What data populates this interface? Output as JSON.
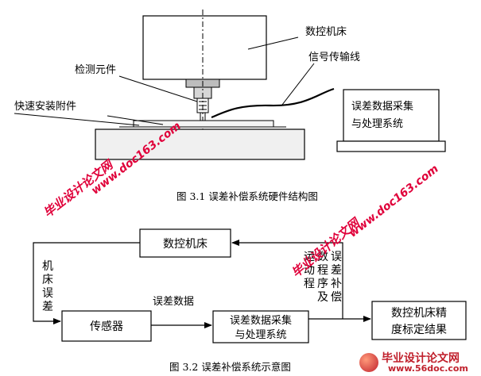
{
  "figure1": {
    "caption": "图 3.1  误差补偿系统硬件结构图",
    "labels": {
      "machine": "数控机床",
      "detector": "检测元件",
      "signal_line": "信号传输线",
      "fixture": "快速安装附件",
      "dacq_line1": "误差数据采集",
      "dacq_line2": "与处理系统"
    }
  },
  "figure2": {
    "caption": "图 3.2  误差补偿系统示意图",
    "nodes": {
      "cnc": "数控机床",
      "sensor": "传感器",
      "dacq_line1": "误差数据采集",
      "dacq_line2": "与处理系统",
      "result_line1": "数控机床精",
      "result_line2": "度标定结果"
    },
    "edge_labels": {
      "machine_error": "机床误差",
      "error_data": "误差数据",
      "program": "误差补偿数程序及运动程"
    }
  },
  "watermarks": {
    "text1": "毕业设计论文网",
    "text2": "www.doc163.com",
    "footer_site": "毕业设计论文网",
    "footer_url": "www.56doc.com"
  }
}
